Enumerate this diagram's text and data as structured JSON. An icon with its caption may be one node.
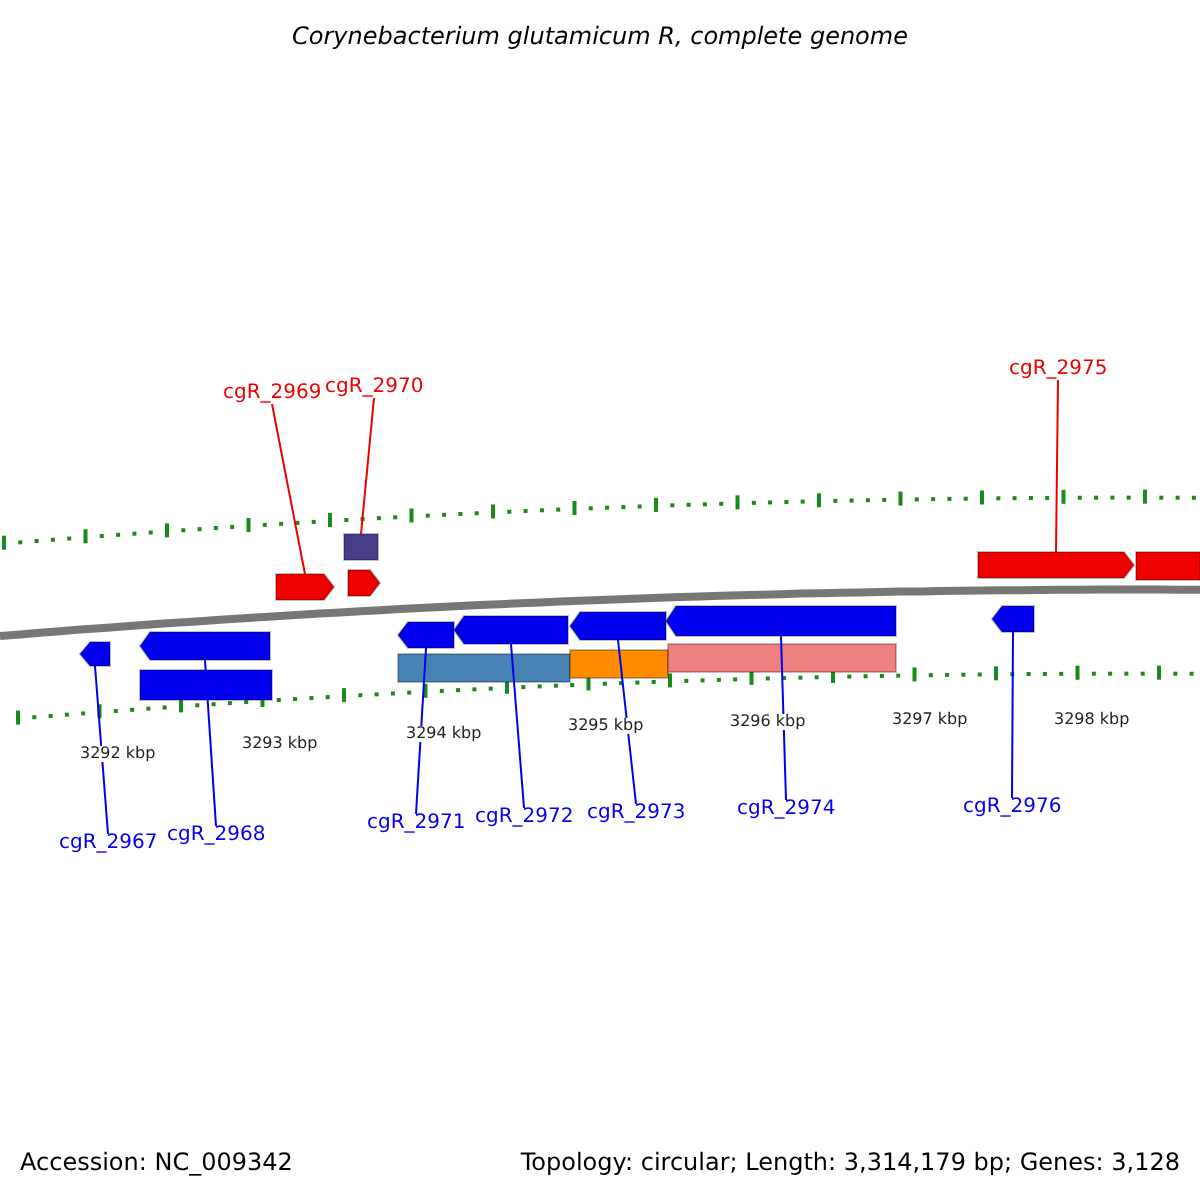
{
  "diagram": {
    "title": "Corynebacterium glutamicum R, complete genome",
    "nodes": [
      {
        "text": [
          "cgR_2969"
        ]
      },
      {
        "text": [
          "cgR_2970"
        ]
      },
      {
        "text": [
          "cgR_2975"
        ]
      },
      {
        "text": [],
        "shape": "pentagon"
      },
      {
        "text": [],
        "shape": "box"
      },
      {
        "text": [],
        "shape": "pentagon"
      },
      {
        "text": [],
        "shape": "pentagon"
      },
      {
        "text": [],
        "shape": "pentagon"
      },
      {
        "text": [],
        "shape": "pentagon"
      },
      {
        "text": [],
        "shape": "pentagon"
      },
      {
        "text": [],
        "shape": "bar"
      },
      {
        "text": [],
        "shape": "pentagon"
      },
      {
        "text": [],
        "shape": "pentagon"
      },
      {
        "text": [],
        "shape": "pentagon"
      },
      {
        "text": [],
        "shape": "pentagon"
      },
      {
        "text": [],
        "shape": "pentagon"
      },
      {
        "text": [],
        "shape": "bar"
      },
      {
        "text": [],
        "shape": "bar"
      },
      {
        "text": [],
        "shape": "bar"
      },
      {
        "text": [
          "cgR_2967"
        ]
      },
      {
        "text": [
          "cgR_2968"
        ]
      },
      {
        "text": [
          "cgR_2971"
        ]
      },
      {
        "text": [
          "cgR_2972"
        ]
      },
      {
        "text": [
          "cgR_2973"
        ]
      },
      {
        "text": [
          "cgR_2974"
        ]
      },
      {
        "text": [
          "cgR_2976"
        ]
      }
    ],
    "edges": [
      {
        "from": 0,
        "to": 3,
        "arrow": "none",
        "color": "#ee0000"
      },
      {
        "from": 1,
        "to": 4,
        "arrow": "none",
        "color": "#ee0000"
      },
      {
        "from": 2,
        "to": 6,
        "arrow": "none",
        "color": "#ee0000"
      },
      {
        "from": 19,
        "to": 8,
        "arrow": "none"
      },
      {
        "from": 20,
        "to": 9,
        "arrow": "none"
      },
      {
        "from": 21,
        "to": 11,
        "arrow": "none"
      },
      {
        "from": 22,
        "to": 12,
        "arrow": "none"
      },
      {
        "from": 23,
        "to": 13,
        "arrow": "none"
      },
      {
        "from": 24,
        "to": 14,
        "arrow": "none"
      },
      {
        "from": 25,
        "to": 15,
        "arrow": "none"
      }
    ],
    "labels": [
      "3292 kbp",
      "3293 kbp",
      "3294 kbp",
      "3295 kbp",
      "3296 kbp",
      "3297 kbp",
      "3298 kbp",
      "Accession: NC_009342",
      "Topology: circular; Length: 3,314,179 bp; Genes: 3,128"
    ]
  }
}
